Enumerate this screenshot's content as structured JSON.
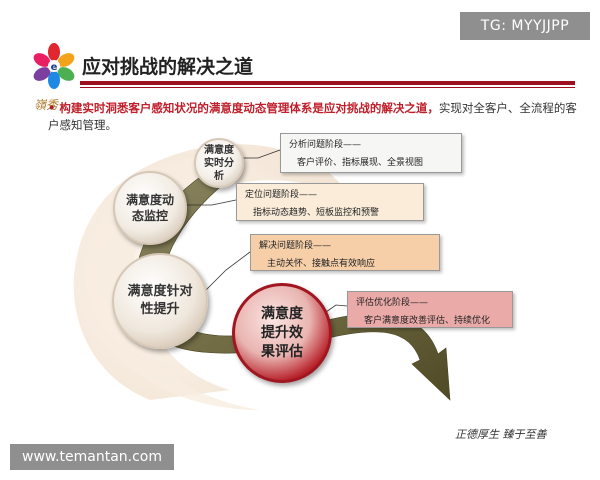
{
  "watermarks": {
    "tg": "TG: MYYJJPP",
    "site": "www.temantan.com"
  },
  "logo": {
    "text": "嶺秀"
  },
  "slide": {
    "title": "应对挑战的解决之道",
    "bullet_highlight": "构建实时洞悉客户感知状况的满意度动态管理体系是应对挑战的解决之道，",
    "bullet_rest": "实现对全客户、全流程的客户感知管理。"
  },
  "diagram": {
    "stages": [
      {
        "circle": "满意度实时分析",
        "box_title": "分析问题阶段——",
        "box_detail": "客户评价、指标展现、全景视图"
      },
      {
        "circle": "满意度动态监控",
        "box_title": "定位问题阶段——",
        "box_detail": "指标动态趋势、短板监控和预警"
      },
      {
        "circle": "满意度针对性提升",
        "box_title": "解决问题阶段——",
        "box_detail": "主动关怀、接触点有效响应"
      },
      {
        "circle": "满意度提升效果评估",
        "box_title": "评估优化阶段——",
        "box_detail": "客户满意度改善评估、持续优化"
      }
    ]
  },
  "signature": "正德厚生 臻于至善"
}
